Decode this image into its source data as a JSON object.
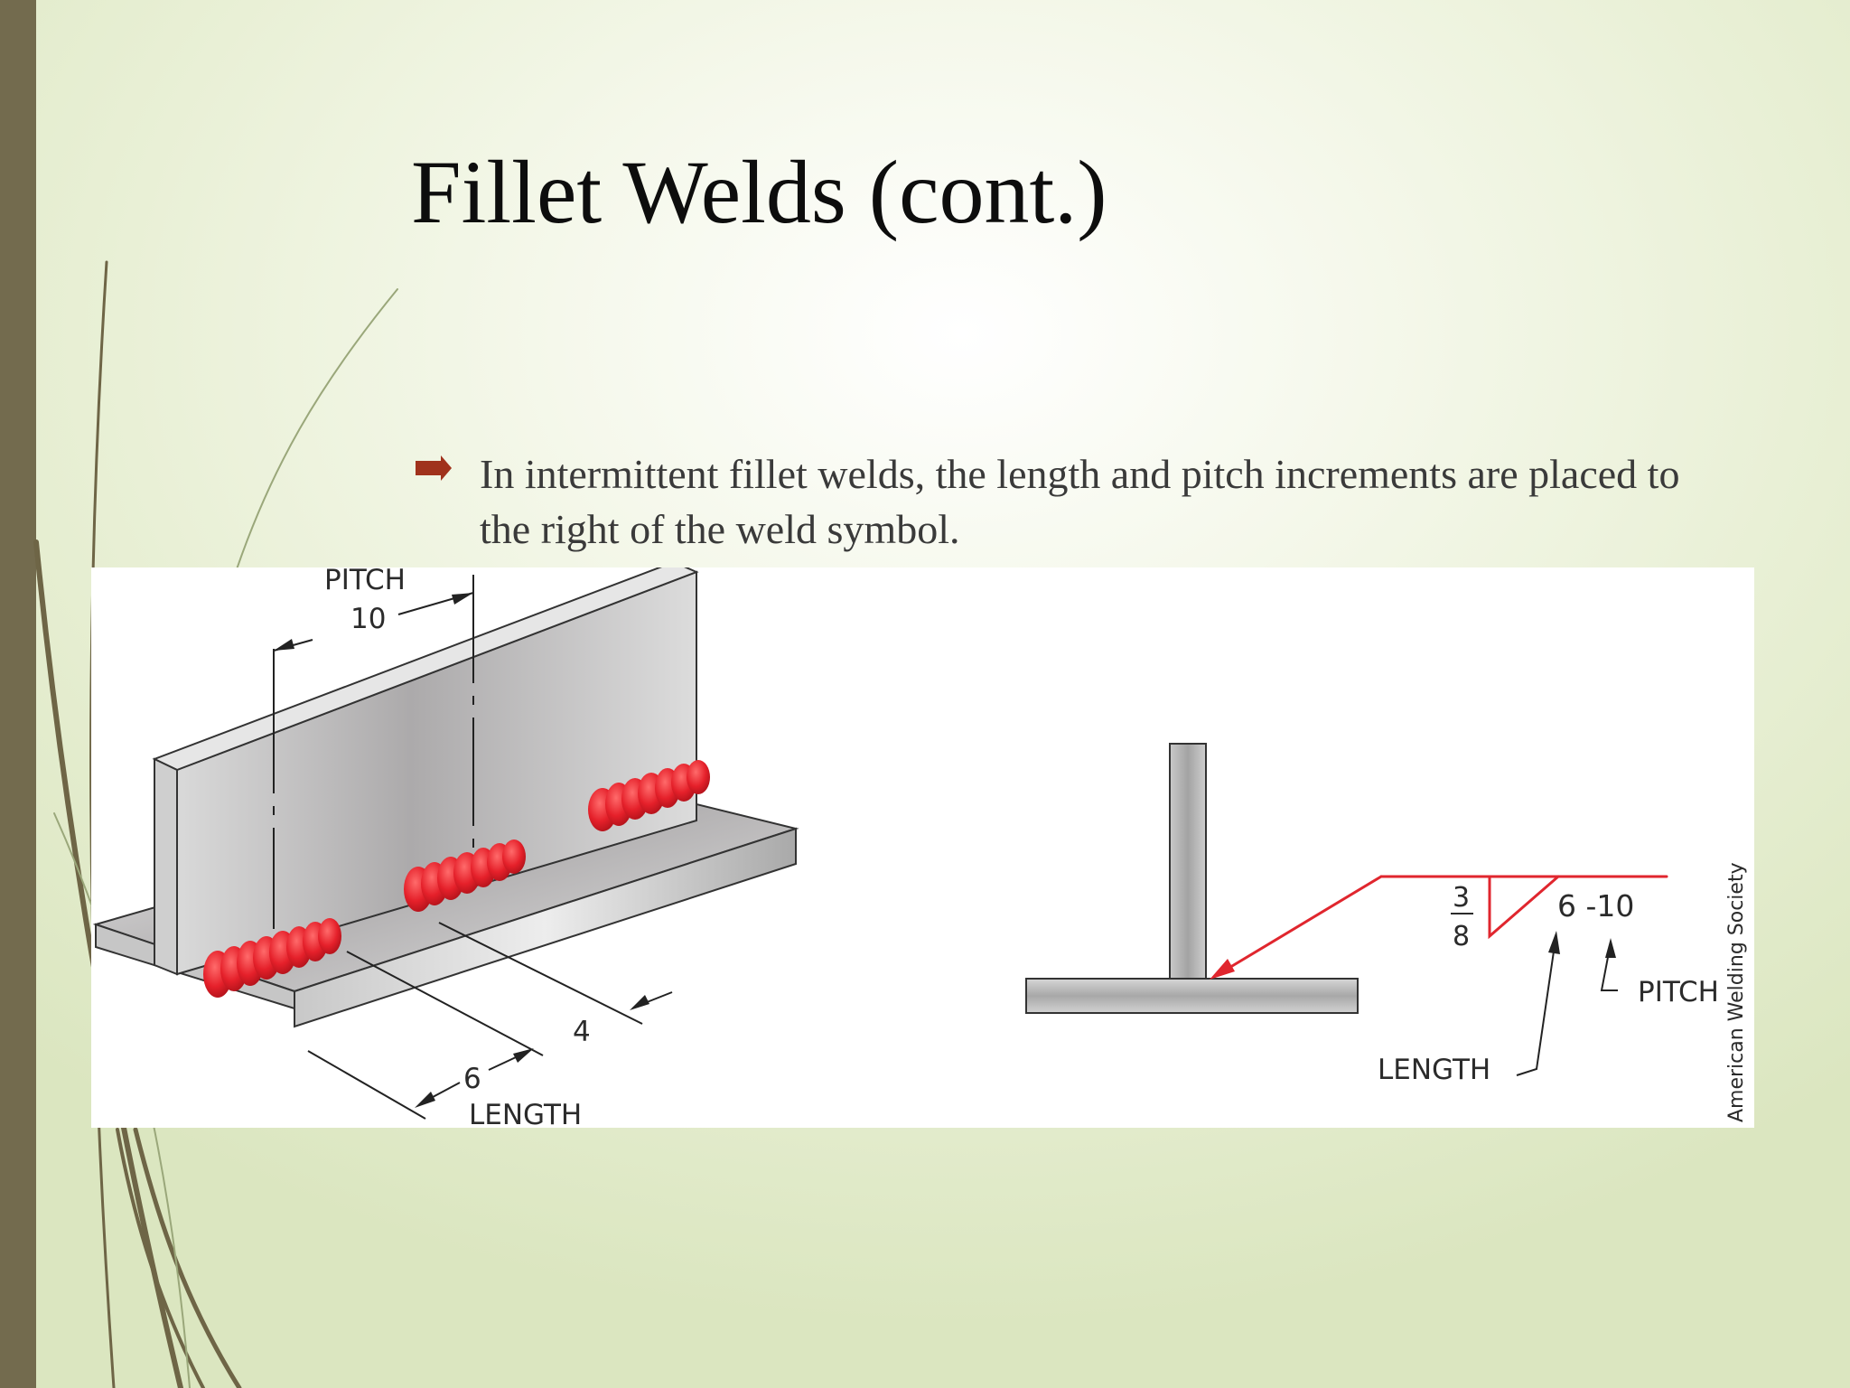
{
  "slide": {
    "title": "Fillet Welds (cont.)",
    "bullet_text": " In intermittent fillet welds, the length and pitch increments are placed to the right of the weld symbol."
  },
  "figure": {
    "left_drawing": {
      "pitch_label": "PITCH",
      "pitch_value": "10",
      "spacing_value": "4",
      "length_value": "6",
      "length_label": "LENGTH"
    },
    "right_drawing": {
      "size_numerator": "3",
      "size_denominator": "8",
      "length_pitch_notation": "6 -10",
      "pitch_callout": "PITCH",
      "length_callout": "LENGTH"
    },
    "credit": "American Welding Society"
  },
  "colors": {
    "side_bar": "#736b4e",
    "bullet": "#a0321c",
    "weld_red": "#e5202a",
    "symbol_red": "#e0262e"
  }
}
